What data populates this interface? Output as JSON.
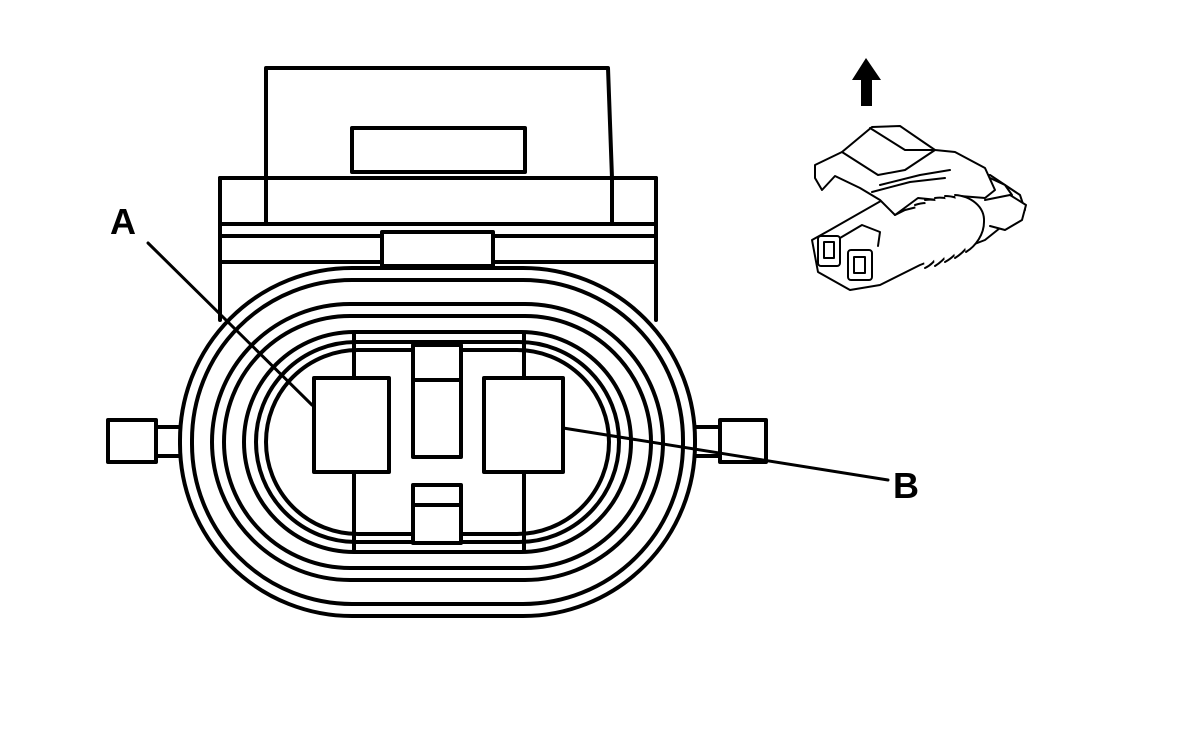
{
  "diagram": {
    "callouts": [
      {
        "id": "A",
        "label": "A"
      },
      {
        "id": "B",
        "label": "B"
      }
    ],
    "line_color": "#000000",
    "background_color": "#ffffff",
    "icons": {
      "orientation_arrow": "up-arrow-icon",
      "connector_thumbnail": "connector-isometric-icon"
    }
  }
}
